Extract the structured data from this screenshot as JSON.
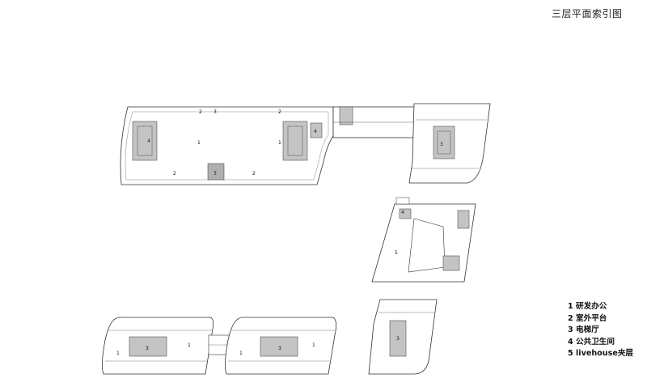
{
  "title": "三层平面索引图",
  "legend": [
    "1 研发办公",
    "2 室外平台",
    "3 电梯厅",
    "4 公共卫生间",
    "5 livehouse夹层"
  ],
  "labels": {
    "one": "1",
    "two": "2",
    "three": "3",
    "four": "4",
    "five": "5"
  },
  "colors": {
    "line": "#333333",
    "core_fill": "#b8b8b8",
    "background": "#ffffff"
  }
}
